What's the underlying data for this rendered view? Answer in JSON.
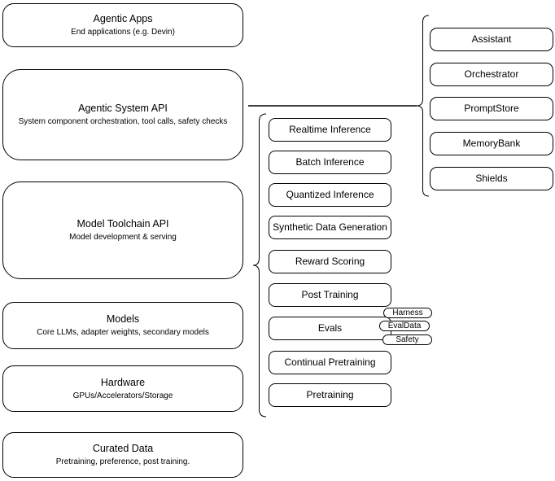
{
  "stack": {
    "layers": [
      {
        "title": "Agentic Apps",
        "subtitle": "End applications (e.g. Devin)"
      },
      {
        "title": "Agentic System API",
        "subtitle": "System component orchestration, tool calls, safety checks"
      },
      {
        "title": "Model Toolchain API",
        "subtitle": "Model development & serving"
      },
      {
        "title": "Models",
        "subtitle": "Core LLMs, adapter weights, secondary models"
      },
      {
        "title": "Hardware",
        "subtitle": "GPUs/Accelerators/Storage"
      },
      {
        "title": "Curated Data",
        "subtitle": "Pretraining, preference, post training."
      }
    ]
  },
  "toolchain": {
    "services": [
      {
        "label": "Realtime Inference"
      },
      {
        "label": "Batch Inference"
      },
      {
        "label": "Quantized Inference"
      },
      {
        "label": "Synthetic Data Generation"
      },
      {
        "label": "Reward Scoring"
      },
      {
        "label": "Post Training"
      },
      {
        "label": "Evals"
      },
      {
        "label": "Continual Pretraining"
      },
      {
        "label": "Pretraining"
      }
    ],
    "eval_tags": [
      {
        "label": "Harness"
      },
      {
        "label": "EvalData"
      },
      {
        "label": "Safety"
      }
    ]
  },
  "agentic_system": {
    "components": [
      {
        "label": "Assistant"
      },
      {
        "label": "Orchestrator"
      },
      {
        "label": "PromptStore"
      },
      {
        "label": "MemoryBank"
      },
      {
        "label": "Shields"
      }
    ]
  },
  "colors": {
    "stroke": "#000000",
    "fill": "#ffffff",
    "background": "#ffffff"
  }
}
